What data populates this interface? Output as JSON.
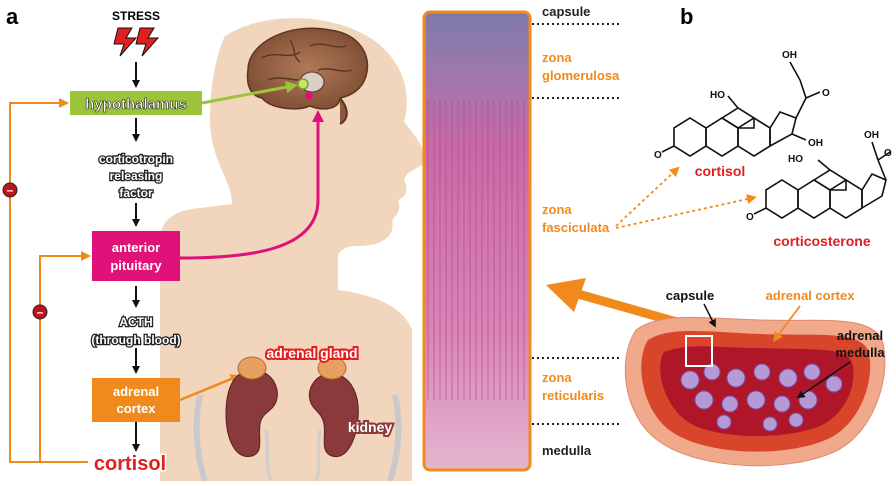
{
  "panel_labels": {
    "a": "a",
    "b": "b"
  },
  "axis": {
    "stress": "STRESS",
    "hypothalamus": "hypothalamus",
    "crf": [
      "corticotropin",
      "releasing",
      "factor"
    ],
    "pituitary": [
      "anterior",
      "pituitary"
    ],
    "acth": [
      "ACTH",
      "(through blood)"
    ],
    "adrenal_cortex_box": [
      "adrenal",
      "cortex"
    ],
    "cortisol": "cortisol",
    "inhibit_sign": "–"
  },
  "organs": {
    "adrenal_gland": "adrenal gland",
    "kidney": "kidney"
  },
  "histology_zones": {
    "capsule": "capsule",
    "glomerulosa": [
      "zona",
      "glomerulosa"
    ],
    "fasciculata": [
      "zona",
      "fasciculata"
    ],
    "reticularis": [
      "zona",
      "reticularis"
    ],
    "medulla": "medulla"
  },
  "molecules": {
    "cortisol": "cortisol",
    "corticosterone": "corticosterone",
    "atoms": {
      "oh": "OH",
      "ho": "HO",
      "o": "O"
    }
  },
  "gland_section": {
    "capsule": "capsule",
    "adrenal_cortex": "adrenal cortex",
    "adrenal_medulla": [
      "adrenal",
      "medulla"
    ]
  },
  "colors": {
    "orange": "#f08a1c",
    "magenta": "#e0127a",
    "lime": "#9bc43a",
    "red": "#e02020",
    "skin": "#f2d5bd"
  }
}
